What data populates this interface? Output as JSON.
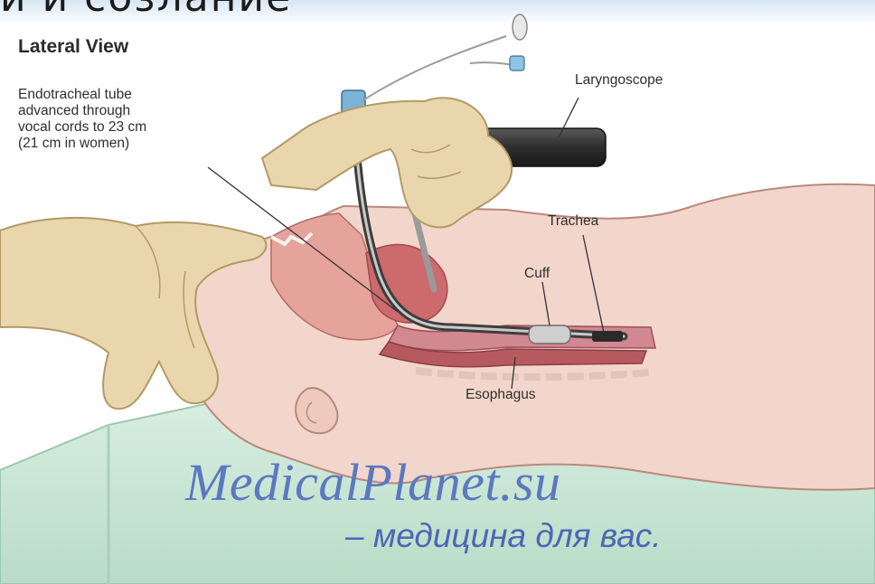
{
  "header": {
    "cut_text": "и и созлание"
  },
  "diagram": {
    "title": "Lateral View",
    "callouts": {
      "endotracheal_tube": [
        "Endotracheal tube",
        "advanced through",
        "vocal cords to 23 cm",
        "(21 cm in women)"
      ],
      "laryngoscope": "Laryngoscope",
      "trachea": "Trachea",
      "cuff": "Cuff",
      "esophagus": "Esophagus"
    }
  },
  "watermark": {
    "brand": "MedicalPlanet.su",
    "tagline": "– медицина для вас."
  },
  "colors": {
    "skin": "#f3d6cb",
    "bed": "#cbe6d6",
    "glove": "#e9d6ad",
    "airway": "#c8565c",
    "watermark": "#5b78c0"
  }
}
